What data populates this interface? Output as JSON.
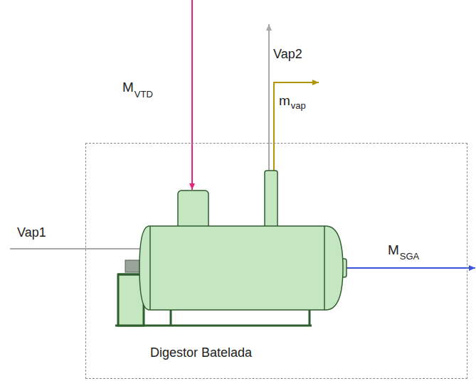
{
  "diagram": {
    "nodes": [
      {
        "text": [
          "Digestor Batelada"
        ]
      }
    ],
    "labels": [
      "M",
      "VTD",
      "Vap2",
      "m",
      "vap",
      "Vap1",
      "M",
      "SGA"
    ]
  }
}
